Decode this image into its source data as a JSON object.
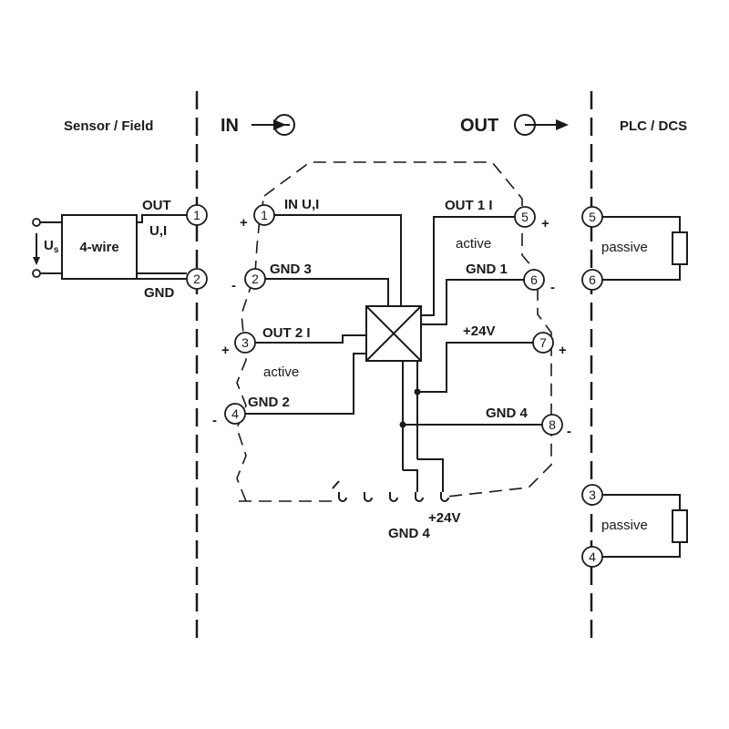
{
  "sections": {
    "sensor_field": "Sensor / Field",
    "in": "IN",
    "out": "OUT",
    "plc_dcs": "PLC / DCS"
  },
  "sensor": {
    "block_label": "4-wire",
    "supply_label": "U",
    "supply_sub": "s",
    "out_label": "OUT",
    "out_sub_label": "U,I",
    "gnd_label": "GND"
  },
  "terminals": {
    "field": [
      "1",
      "2"
    ],
    "module_left": [
      "1",
      "2",
      "3",
      "4"
    ],
    "module_right": [
      "5",
      "6",
      "7",
      "8"
    ],
    "plc_top": [
      "5",
      "6"
    ],
    "plc_bottom": [
      "3",
      "4"
    ]
  },
  "module": {
    "in_ui": "IN U,I",
    "gnd3": "GND 3",
    "out2i": "OUT 2 I",
    "active_left": "active",
    "gnd2": "GND 2",
    "out1i": "OUT 1 I",
    "active_right": "active",
    "gnd1": "GND 1",
    "plus24": "+24V",
    "gnd4": "GND 4",
    "bottom_plus24": "+24V",
    "bottom_gnd4": "GND 4"
  },
  "polarity": {
    "plus": "+",
    "minus": "-"
  },
  "plc": {
    "passive_top": "passive",
    "passive_bottom": "passive"
  }
}
